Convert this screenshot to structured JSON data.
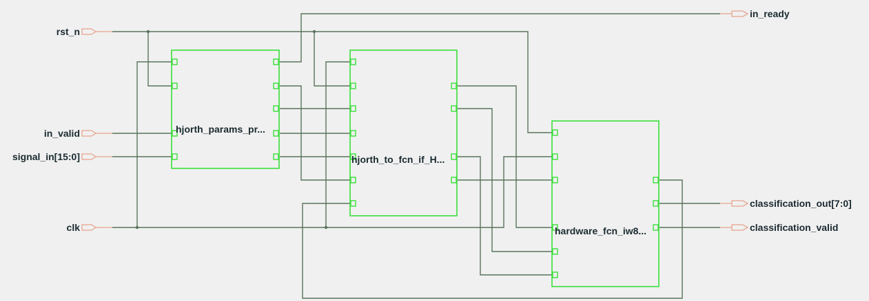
{
  "inputs": {
    "rst_n": "rst_n",
    "in_valid": "in_valid",
    "signal_in": "signal_in[15:0]",
    "clk": "clk"
  },
  "outputs": {
    "in_ready": "in_ready",
    "classification_out": "classification_out[7:0]",
    "classification_valid": "classification_valid"
  },
  "blocks": {
    "hjorth_params": "hjorth_params_pr...",
    "hjorth_to_fcn": "hjorth_to_fcn_if_H...",
    "hardware_fcn": "hardware_fcn_iw8..."
  },
  "colors": {
    "wire": "#58735a",
    "block": "#3adf3a",
    "port": "#e8a48c",
    "background": "#f0f0f0"
  }
}
